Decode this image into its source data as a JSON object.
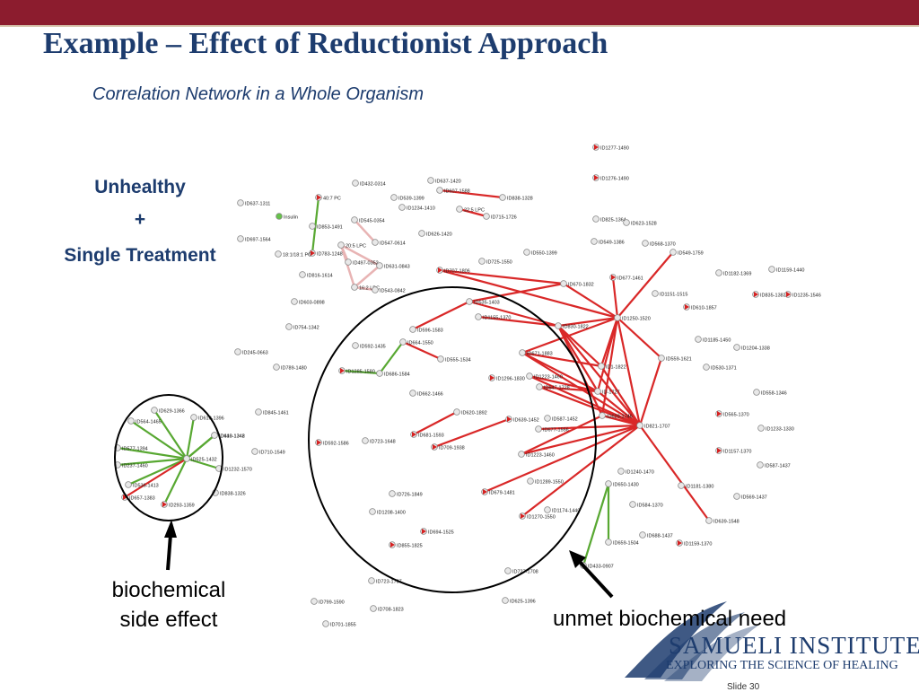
{
  "slide": {
    "title": "Example – Effect of Reductionist Approach",
    "subtitle": "Correlation Network in a Whole Organism",
    "condition_lines": [
      "Unhealthy",
      "+",
      "Single Treatment"
    ],
    "annotation_left_lines": [
      "biochemical",
      "side effect"
    ],
    "annotation_right": "unmet biochemical need",
    "logo_name": "SAMUELI INSTITUTE",
    "logo_tagline": "EXPLORING THE SCIENCE OF HEALING",
    "slide_number": "Slide 30"
  },
  "colors": {
    "bar": "#8c1c2e",
    "title": "#1d3c6e",
    "edge_positive": "#d92828",
    "edge_negative": "#58a832",
    "edge_weak": "#e8b4b4",
    "node_marker": "#d62020",
    "node_fill": "#e8e8e8"
  },
  "network": {
    "nodes": [
      {
        "id": "n1",
        "label": "ID1277-1490",
        "m": 1
      },
      {
        "id": "n2",
        "label": "ID1276-1490",
        "m": 1
      },
      {
        "id": "n3",
        "label": "ID432-0314",
        "m": 0
      },
      {
        "id": "n4",
        "label": "ID637-1420",
        "m": 0
      },
      {
        "id": "n5",
        "label": "ID539-1399",
        "m": 0
      },
      {
        "id": "n6",
        "label": "ID1234-1410",
        "m": 0
      },
      {
        "id": "n7",
        "label": "ID607-1588",
        "m": 0
      },
      {
        "id": "n8",
        "label": "ID838-1328",
        "m": 0
      },
      {
        "id": "n9",
        "label": "22:5 LPC",
        "m": 0
      },
      {
        "id": "n10",
        "label": "ID715-1726",
        "m": 0
      },
      {
        "id": "n11",
        "label": "ID637-1311",
        "m": 0
      },
      {
        "id": "n12",
        "label": "40:7 PC",
        "m": 1
      },
      {
        "id": "n13",
        "label": "Insulin",
        "m": 0
      },
      {
        "id": "n14",
        "label": "ID853-1491",
        "m": 0
      },
      {
        "id": "n15",
        "label": "ID545-0354",
        "m": 0
      },
      {
        "id": "n16",
        "label": "ID626-1420",
        "m": 0
      },
      {
        "id": "n17",
        "label": "ID825-1364",
        "m": 0
      },
      {
        "id": "n18",
        "label": "ID623-1528",
        "m": 0
      },
      {
        "id": "n19",
        "label": "ID697-1564",
        "m": 0
      },
      {
        "id": "n20",
        "label": "20:5 LPC",
        "m": 0
      },
      {
        "id": "n21",
        "label": "ID547-0614",
        "m": 0
      },
      {
        "id": "n22",
        "label": "ID549-1386",
        "m": 0
      },
      {
        "id": "n23",
        "label": "ID568-1370",
        "m": 0
      },
      {
        "id": "n24",
        "label": "ID783-1248",
        "m": 1
      },
      {
        "id": "n25",
        "label": "ID497-0352",
        "m": 0
      },
      {
        "id": "n26",
        "label": "ID550-1399",
        "m": 0
      },
      {
        "id": "n27",
        "label": "ID549-1759",
        "m": 0
      },
      {
        "id": "n28",
        "label": "18:1/18:1 PC",
        "m": 0
      },
      {
        "id": "n29",
        "label": "ID725-1550",
        "m": 0
      },
      {
        "id": "n30",
        "label": "ID631-0843",
        "m": 0
      },
      {
        "id": "n31",
        "label": "ID707-1806",
        "m": 1
      },
      {
        "id": "n32",
        "label": "ID1159-1440",
        "m": 0
      },
      {
        "id": "n33",
        "label": "ID816-1614",
        "m": 0
      },
      {
        "id": "n34",
        "label": "ID677-1461",
        "m": 1
      },
      {
        "id": "n35",
        "label": "ID1182-1369",
        "m": 0
      },
      {
        "id": "n36",
        "label": "16:2 LPC",
        "m": 0
      },
      {
        "id": "n37",
        "label": "ID543-0842",
        "m": 0
      },
      {
        "id": "n38",
        "label": "ID670-1832",
        "m": 0
      },
      {
        "id": "n39",
        "label": "ID1151-1515",
        "m": 0
      },
      {
        "id": "n40",
        "label": "ID835-1383",
        "m": 1
      },
      {
        "id": "n41",
        "label": "ID1235-1546",
        "m": 1
      },
      {
        "id": "n42",
        "label": "ID603-0898",
        "m": 0
      },
      {
        "id": "n43",
        "label": "ID535-1403",
        "m": 0
      },
      {
        "id": "n44",
        "label": "ID1155-1370",
        "m": 0
      },
      {
        "id": "n45",
        "label": "ID610-1857",
        "m": 1
      },
      {
        "id": "n46",
        "label": "ID754-1342",
        "m": 0
      },
      {
        "id": "n47",
        "label": "ID596-1583",
        "m": 0
      },
      {
        "id": "n48",
        "label": "ID830-1822",
        "m": 0
      },
      {
        "id": "n49",
        "label": "ID1250-1520",
        "m": 0
      },
      {
        "id": "n50",
        "label": "ID1185-1450",
        "m": 0
      },
      {
        "id": "n51",
        "label": "ID664-1550",
        "m": 0
      },
      {
        "id": "n52",
        "label": "ID592-1435",
        "m": 0
      },
      {
        "id": "n53",
        "label": "ID1204-1338",
        "m": 0
      },
      {
        "id": "n54",
        "label": "ID245-0663",
        "m": 0
      },
      {
        "id": "n55",
        "label": "ID671-1883",
        "m": 0
      },
      {
        "id": "n56",
        "label": "ID555-1534",
        "m": 0
      },
      {
        "id": "n57",
        "label": "ID559-1621",
        "m": 0
      },
      {
        "id": "n58",
        "label": "ID789-1480",
        "m": 0
      },
      {
        "id": "n59",
        "label": "ID1285-1580",
        "m": 1
      },
      {
        "id": "n60",
        "label": "ID686-1584",
        "m": 0
      },
      {
        "id": "n61",
        "label": "ID1296-1830",
        "m": 1
      },
      {
        "id": "n62",
        "label": "ID1223-1460",
        "m": 0
      },
      {
        "id": "n63",
        "label": "ID1-1822",
        "m": 0
      },
      {
        "id": "n64",
        "label": "ID530-1371",
        "m": 0
      },
      {
        "id": "n65",
        "label": "ID647-1728",
        "m": 0
      },
      {
        "id": "n66",
        "label": "ID662-1466",
        "m": 0
      },
      {
        "id": "n67",
        "label": "ID-1727",
        "m": 0
      },
      {
        "id": "n68",
        "label": "ID558-1346",
        "m": 0
      },
      {
        "id": "n69",
        "label": "ID629-1366",
        "m": 0
      },
      {
        "id": "n70",
        "label": "ID610-1396",
        "m": 0
      },
      {
        "id": "n71",
        "label": "ID845-1461",
        "m": 0
      },
      {
        "id": "n72",
        "label": "ID620-1892",
        "m": 0
      },
      {
        "id": "n73",
        "label": "ID639-1452",
        "m": 1
      },
      {
        "id": "n74",
        "label": "ID587-1452",
        "m": 0
      },
      {
        "id": "n75",
        "label": "ID629-1746",
        "m": 0
      },
      {
        "id": "n76",
        "label": "ID565-1370",
        "m": 1
      },
      {
        "id": "n77",
        "label": "ID564-1465",
        "m": 0
      },
      {
        "id": "n78",
        "label": "ID1233-1330",
        "m": 0
      },
      {
        "id": "n79",
        "label": "ID821-1707",
        "m": 0
      },
      {
        "id": "n80",
        "label": "ID610-1348",
        "m": 0
      },
      {
        "id": "n81",
        "label": "ID710-1549",
        "m": 0
      },
      {
        "id": "n82",
        "label": "ID449-1342",
        "m": 0
      },
      {
        "id": "n83",
        "label": "ID681-1593",
        "m": 1
      },
      {
        "id": "n84",
        "label": "ID677-1556",
        "m": 0
      },
      {
        "id": "n85",
        "label": "ID592-1586",
        "m": 1
      },
      {
        "id": "n86",
        "label": "ID723-1648",
        "m": 0
      },
      {
        "id": "n87",
        "label": "ID709-1938",
        "m": 1
      },
      {
        "id": "n88",
        "label": "ID577-1394",
        "m": 0
      },
      {
        "id": "n89",
        "label": "ID1157-1370",
        "m": 1
      },
      {
        "id": "n90",
        "label": "ID237-1460",
        "m": 0
      },
      {
        "id": "n91",
        "label": "ID525-1432",
        "m": 0
      },
      {
        "id": "n92",
        "label": "ID1232-1570",
        "m": 0
      },
      {
        "id": "n93",
        "label": "ID1223-1460",
        "m": 0
      },
      {
        "id": "n94",
        "label": "ID587-1437",
        "m": 0
      },
      {
        "id": "n95",
        "label": "ID1240-1470",
        "m": 0
      },
      {
        "id": "n96",
        "label": "ID536-1413",
        "m": 0
      },
      {
        "id": "n97",
        "label": "ID838-1326",
        "m": 0
      },
      {
        "id": "n98",
        "label": "ID1289-1550",
        "m": 0
      },
      {
        "id": "n99",
        "label": "ID657-1383",
        "m": 1
      },
      {
        "id": "n100",
        "label": "ID293-1359",
        "m": 1
      },
      {
        "id": "n101",
        "label": "ID650-1430",
        "m": 0
      },
      {
        "id": "n102",
        "label": "ID1181-1380",
        "m": 0
      },
      {
        "id": "n103",
        "label": "ID726-1849",
        "m": 0
      },
      {
        "id": "n104",
        "label": "ID679-1481",
        "m": 1
      },
      {
        "id": "n105",
        "label": "ID569-1437",
        "m": 0
      },
      {
        "id": "n106",
        "label": "ID1208-1400",
        "m": 0
      },
      {
        "id": "n107",
        "label": "ID584-1370",
        "m": 0
      },
      {
        "id": "n108",
        "label": "ID1174-1440",
        "m": 0
      },
      {
        "id": "n109",
        "label": "ID1270-1550",
        "m": 1
      },
      {
        "id": "n110",
        "label": "ID639-1548",
        "m": 0
      },
      {
        "id": "n111",
        "label": "ID694-1525",
        "m": 1
      },
      {
        "id": "n112",
        "label": "ID688-1437",
        "m": 0
      },
      {
        "id": "n113",
        "label": "ID855-1825",
        "m": 1
      },
      {
        "id": "n114",
        "label": "ID659-1504",
        "m": 0
      },
      {
        "id": "n115",
        "label": "ID1159-1370",
        "m": 1
      },
      {
        "id": "n116",
        "label": "ID433-0907",
        "m": 0
      },
      {
        "id": "n117",
        "label": "ID727-1708",
        "m": 0
      },
      {
        "id": "n118",
        "label": "ID723-1707",
        "m": 0
      },
      {
        "id": "n119",
        "label": "ID625-1396",
        "m": 0
      },
      {
        "id": "n120",
        "label": "ID799-1590",
        "m": 0
      },
      {
        "id": "n121",
        "label": "ID708-1823",
        "m": 0
      },
      {
        "id": "n122",
        "label": "ID701-1855",
        "m": 0
      }
    ],
    "edges": [
      {
        "from": "n12",
        "to": "n24",
        "kind": "negative"
      },
      {
        "from": "n20",
        "to": "n30",
        "kind": "weak"
      },
      {
        "from": "n20",
        "to": "n36",
        "kind": "weak"
      },
      {
        "from": "n30",
        "to": "n36",
        "kind": "weak"
      },
      {
        "from": "n37",
        "to": "n36",
        "kind": "weak"
      },
      {
        "from": "n25",
        "to": "n20",
        "kind": "weak"
      },
      {
        "from": "n15",
        "to": "n21",
        "kind": "weak"
      },
      {
        "from": "n7",
        "to": "n8",
        "kind": "positive"
      },
      {
        "from": "n9",
        "to": "n10",
        "kind": "positive"
      },
      {
        "from": "n31",
        "to": "n38",
        "kind": "positive"
      },
      {
        "from": "n43",
        "to": "n38",
        "kind": "positive"
      },
      {
        "from": "n43",
        "to": "n48",
        "kind": "positive"
      },
      {
        "from": "n44",
        "to": "n48",
        "kind": "positive"
      },
      {
        "from": "n48",
        "to": "n49",
        "kind": "positive"
      },
      {
        "from": "n38",
        "to": "n49",
        "kind": "positive"
      },
      {
        "from": "n49",
        "to": "n27",
        "kind": "positive"
      },
      {
        "from": "n49",
        "to": "n57",
        "kind": "positive"
      },
      {
        "from": "n48",
        "to": "n63",
        "kind": "positive"
      },
      {
        "from": "n48",
        "to": "n67",
        "kind": "positive"
      },
      {
        "from": "n48",
        "to": "n75",
        "kind": "positive"
      },
      {
        "from": "n48",
        "to": "n79",
        "kind": "positive"
      },
      {
        "from": "n49",
        "to": "n79",
        "kind": "positive"
      },
      {
        "from": "n49",
        "to": "n67",
        "kind": "positive"
      },
      {
        "from": "n49",
        "to": "n63",
        "kind": "positive"
      },
      {
        "from": "n49",
        "to": "n75",
        "kind": "positive"
      },
      {
        "from": "n55",
        "to": "n63",
        "kind": "positive"
      },
      {
        "from": "n55",
        "to": "n67",
        "kind": "positive"
      },
      {
        "from": "n55",
        "to": "n79",
        "kind": "positive"
      },
      {
        "from": "n55",
        "to": "n49",
        "kind": "positive"
      },
      {
        "from": "n63",
        "to": "n79",
        "kind": "positive"
      },
      {
        "from": "n67",
        "to": "n79",
        "kind": "positive"
      },
      {
        "from": "n57",
        "to": "n79",
        "kind": "positive"
      },
      {
        "from": "n75",
        "to": "n79",
        "kind": "positive"
      },
      {
        "from": "n62",
        "to": "n79",
        "kind": "positive"
      },
      {
        "from": "n62",
        "to": "n67",
        "kind": "positive"
      },
      {
        "from": "n65",
        "to": "n79",
        "kind": "positive"
      },
      {
        "from": "n65",
        "to": "n67",
        "kind": "positive"
      },
      {
        "from": "n84",
        "to": "n79",
        "kind": "positive"
      },
      {
        "from": "n93",
        "to": "n79",
        "kind": "positive"
      },
      {
        "from": "n93",
        "to": "n75",
        "kind": "positive"
      },
      {
        "from": "n109",
        "to": "n79",
        "kind": "positive"
      },
      {
        "from": "n79",
        "to": "n110",
        "kind": "positive"
      },
      {
        "from": "n79",
        "to": "n104",
        "kind": "positive"
      },
      {
        "from": "n31",
        "to": "n49",
        "kind": "positive"
      },
      {
        "from": "n34",
        "to": "n49",
        "kind": "positive"
      },
      {
        "from": "n51",
        "to": "n56",
        "kind": "positive"
      },
      {
        "from": "n51",
        "to": "n60",
        "kind": "negative"
      },
      {
        "from": "n59",
        "to": "n60",
        "kind": "negative"
      },
      {
        "from": "n47",
        "to": "n43",
        "kind": "positive"
      },
      {
        "from": "n83",
        "to": "n72",
        "kind": "positive"
      },
      {
        "from": "n87",
        "to": "n73",
        "kind": "positive"
      },
      {
        "from": "n101",
        "to": "n116",
        "kind": "negative"
      },
      {
        "from": "n101",
        "to": "n114",
        "kind": "negative"
      },
      {
        "from": "n91",
        "to": "n69",
        "kind": "negative"
      },
      {
        "from": "n91",
        "to": "n70",
        "kind": "negative"
      },
      {
        "from": "n91",
        "to": "n77",
        "kind": "negative"
      },
      {
        "from": "n91",
        "to": "n88",
        "kind": "negative"
      },
      {
        "from": "n91",
        "to": "n90",
        "kind": "negative"
      },
      {
        "from": "n91",
        "to": "n96",
        "kind": "negative"
      },
      {
        "from": "n91",
        "to": "n80",
        "kind": "negative"
      },
      {
        "from": "n91",
        "to": "n92",
        "kind": "negative"
      },
      {
        "from": "n91",
        "to": "n82",
        "kind": "negative"
      },
      {
        "from": "n91",
        "to": "n99",
        "kind": "positive"
      },
      {
        "from": "n91",
        "to": "n100",
        "kind": "negative"
      }
    ]
  }
}
